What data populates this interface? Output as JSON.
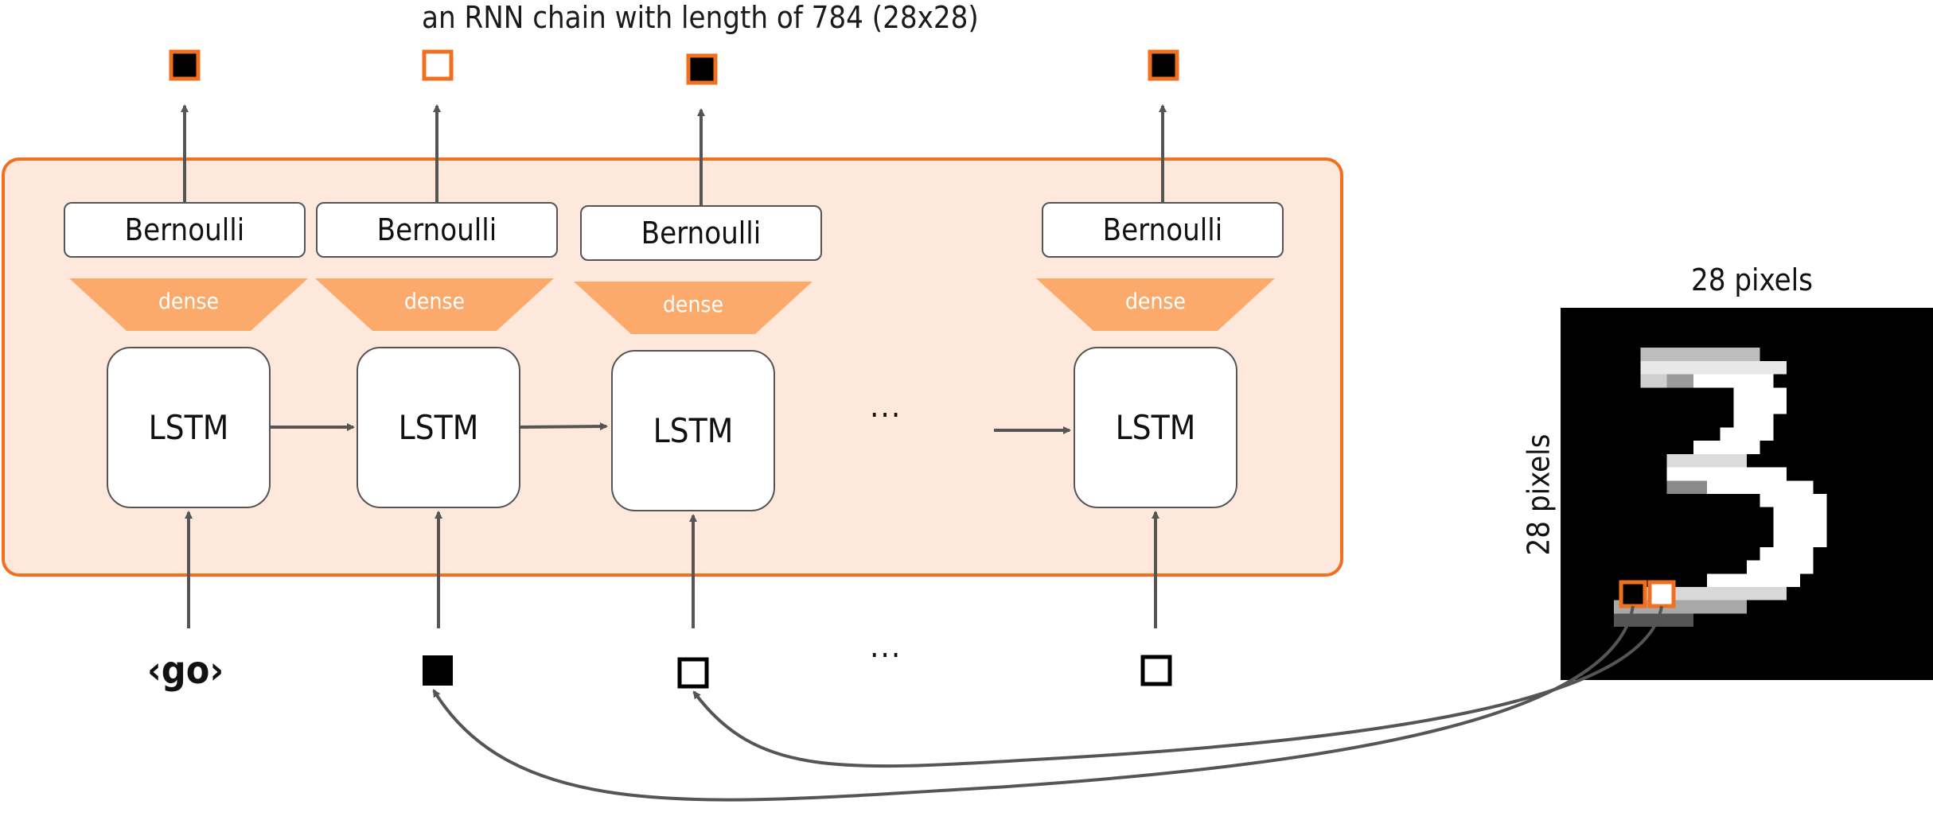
{
  "title": "an RNN chain with length of 784 (28x28)",
  "bernoulli_label": "Bernoulli",
  "dense_label": "dense",
  "lstm_label": "LSTM",
  "ellipsis": "...",
  "go_token": "‹go›",
  "image_width_label": "28 pixels",
  "image_height_label": "28 pixels",
  "outputs": [
    {
      "id": "out-1",
      "value": "black"
    },
    {
      "id": "out-2",
      "value": "white"
    },
    {
      "id": "out-3",
      "value": "black"
    },
    {
      "id": "out-n",
      "value": "black"
    }
  ],
  "inputs": [
    {
      "id": "in-1",
      "value": "go"
    },
    {
      "id": "in-2",
      "value": "black"
    },
    {
      "id": "in-3",
      "value": "white"
    },
    {
      "id": "in-n",
      "value": "white"
    }
  ],
  "colors": {
    "accent": "#f07020",
    "frame_fill": "#fde8db",
    "dense_fill": "#fcaa6c",
    "arrow": "#555555"
  }
}
